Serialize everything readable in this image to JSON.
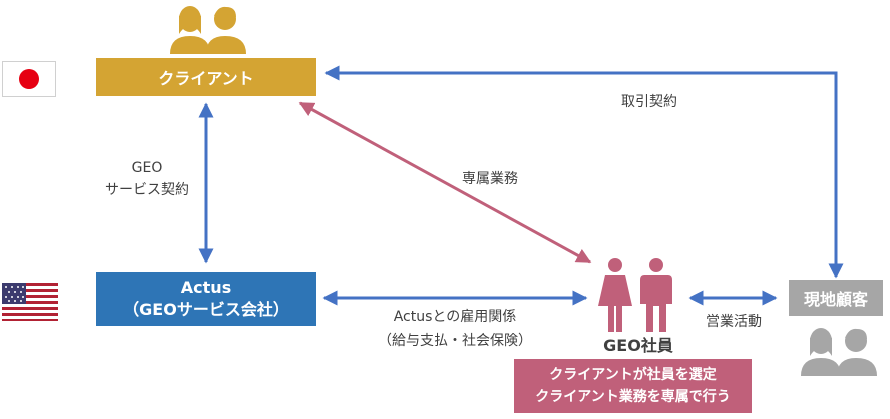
{
  "nodes": {
    "client": {
      "label": "クライアント"
    },
    "actus": {
      "line1": "Actus",
      "line2": "（GEOサービス会社）"
    },
    "local_customer": {
      "label": "現地顧客"
    },
    "geo_staff": {
      "label": "GEO社員"
    },
    "selection_note": {
      "line1": "クライアントが社員を選定",
      "line2": "クライアント業務を専属で行う"
    }
  },
  "edges": {
    "geo_service_contract": {
      "line1": "GEO",
      "line2": "サービス契約"
    },
    "exclusive_work": {
      "label": "専属業務"
    },
    "trade_contract": {
      "label": "取引契約"
    },
    "employment": {
      "line1": "Actusとの雇用関係",
      "line2": "（給与支払・社会保険）"
    },
    "sales_activity": {
      "label": "営業活動"
    }
  },
  "flags": {
    "japan": "japan-flag",
    "usa": "usa-flag"
  },
  "icons": {
    "client_people": "people-icon",
    "geo_staff_people": "people-icon",
    "customer_people": "people-icon"
  },
  "colors": {
    "client_gold": "#D4A433",
    "actus_blue": "#2E75B6",
    "staff_rose": "#C0607A",
    "customer_gray": "#A6A6A6",
    "arrow_blue": "#4472C4",
    "arrow_rose": "#C0607A"
  }
}
